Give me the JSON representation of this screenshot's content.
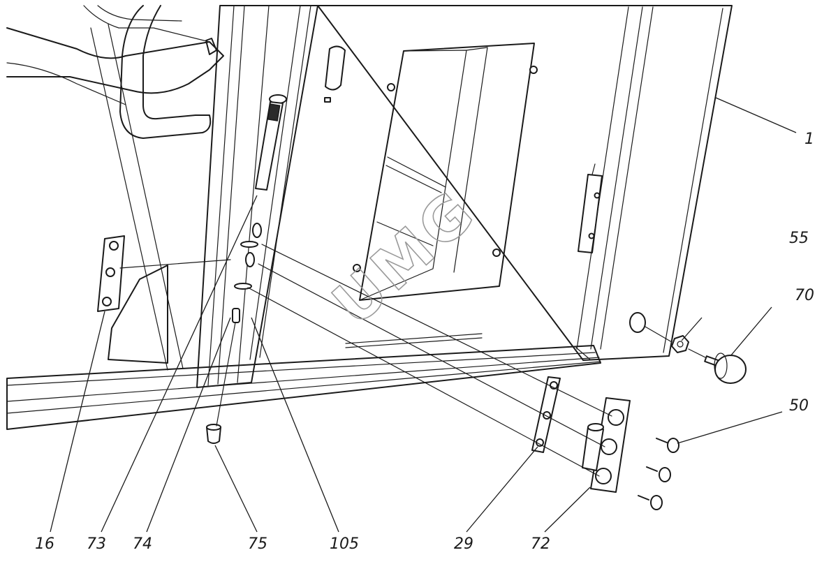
{
  "callouts": {
    "c1": "1",
    "c55": "55",
    "c70": "70",
    "c50": "50",
    "c16": "16",
    "c73": "73",
    "c74": "74",
    "c75": "75",
    "c105": "105",
    "c29": "29",
    "c72": "72"
  },
  "watermark": "UMG",
  "colors": {
    "line": "#1a1a1a",
    "watermark": "#9a9a9a",
    "background": "#ffffff"
  }
}
